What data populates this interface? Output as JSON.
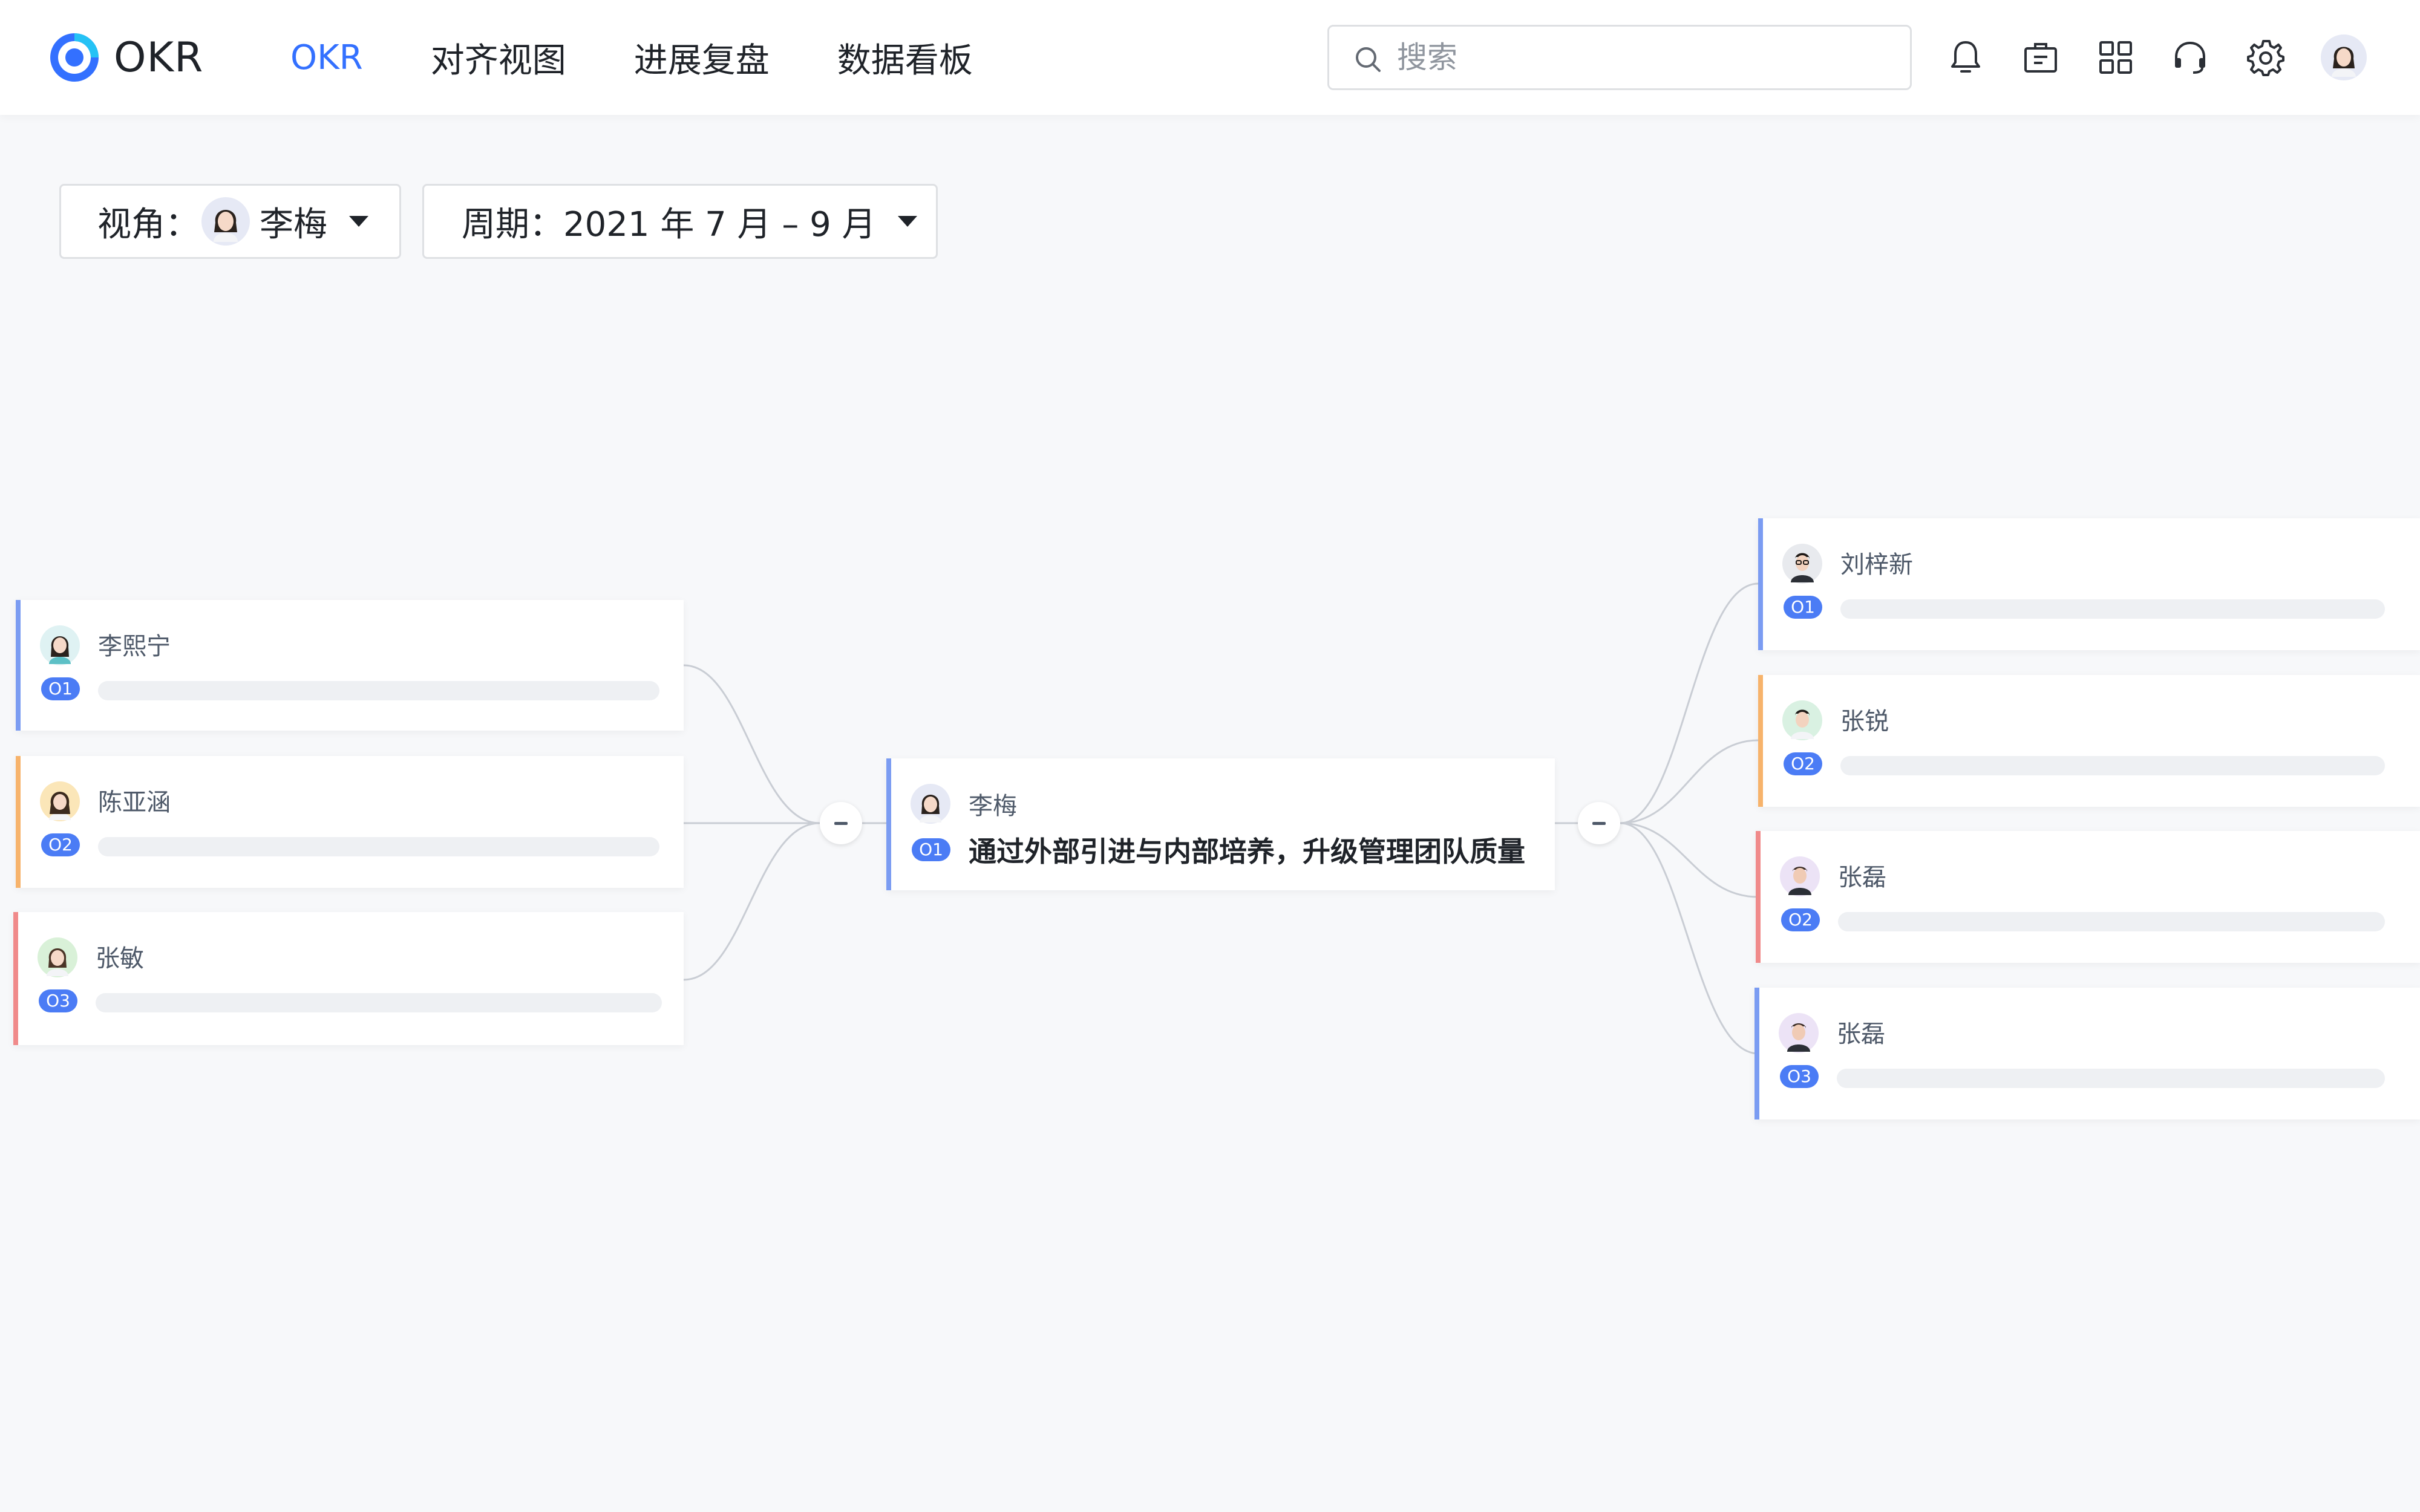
{
  "app": {
    "logo_text": "OKR",
    "brand_color": "#3370ff"
  },
  "nav": {
    "items": [
      {
        "label": "OKR",
        "active": true
      },
      {
        "label": "对齐视图"
      },
      {
        "label": "进展复盘"
      },
      {
        "label": "数据看板"
      }
    ]
  },
  "search": {
    "placeholder": "搜索",
    "value": ""
  },
  "toolbar": {
    "icons": [
      "bell-icon",
      "briefcase-icon",
      "apps-grid-icon",
      "headset-icon",
      "gear-icon",
      "avatar"
    ]
  },
  "filters": {
    "view_label": "视角：",
    "view_user": "李梅",
    "period_label": "周期：",
    "period_value": "2021 年 7 月 – 9 月"
  },
  "center": {
    "name": "李梅",
    "badge": "O1",
    "objective": "通过外部引进与内部培养，升级管理团队质量"
  },
  "left_nodes": [
    {
      "name": "李熙宁",
      "badge": "O1",
      "accent": "blue"
    },
    {
      "name": "陈亚涵",
      "badge": "O2",
      "accent": "orange"
    },
    {
      "name": "张敏",
      "badge": "O3",
      "accent": "red"
    }
  ],
  "right_nodes": [
    {
      "name": "刘梓新",
      "badge": "O1",
      "accent": "blue"
    },
    {
      "name": "张锐",
      "badge": "O2",
      "accent": "orange"
    },
    {
      "name": "张磊",
      "badge": "O2",
      "accent": "red"
    },
    {
      "name": "张磊",
      "badge": "O3",
      "accent": "blue"
    }
  ],
  "colors": {
    "accent_blue": "#7b9cf2",
    "accent_orange": "#f7b36b",
    "accent_red": "#f08a8a",
    "badge": "#4b7cf5"
  }
}
